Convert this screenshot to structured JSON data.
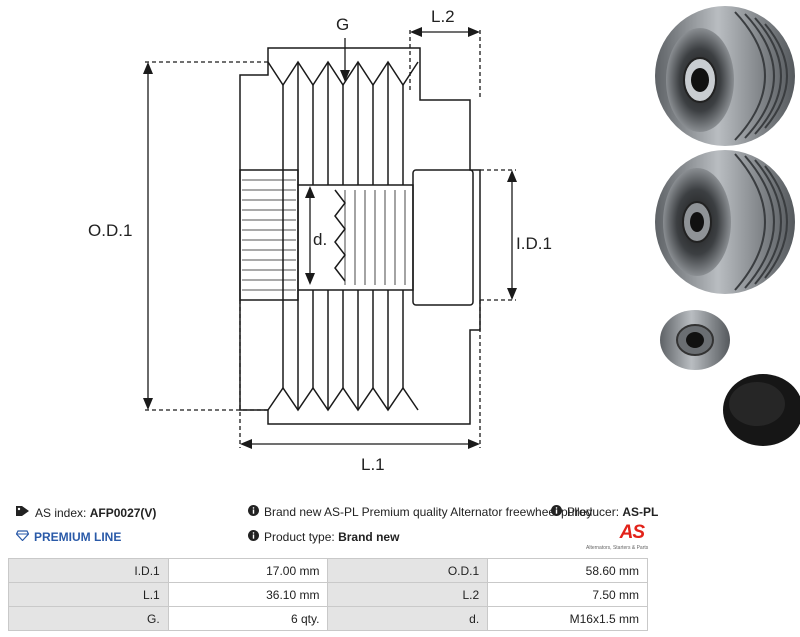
{
  "diagram": {
    "labels": {
      "groove": "G",
      "l2": "L.2",
      "od1": "O.D.1",
      "d": "d.",
      "id1": "I.D.1",
      "l1": "L.1"
    }
  },
  "info": {
    "as_index_label": "AS index:",
    "as_index_value": "AFP0027(V)",
    "premium_line": "PREMIUM LINE",
    "description": "Brand new AS-PL Premium quality Alternator freewheel pulley",
    "producer_label": "Producer:",
    "producer_value": "AS-PL",
    "product_type_label": "Product type:",
    "product_type_value": "Brand new"
  },
  "logo": {
    "text": "AS",
    "tagline": "Alternators, Starters & Parts",
    "color": "#e2231a"
  },
  "specs": {
    "rows": [
      {
        "l1": "I.D.1",
        "v1": "17.00 mm",
        "l2": "O.D.1",
        "v2": "58.60 mm"
      },
      {
        "l1": "L.1",
        "v1": "36.10 mm",
        "l2": "L.2",
        "v2": "7.50 mm"
      },
      {
        "l1": "G.",
        "v1": "6 qty.",
        "l2": "d.",
        "v2": "M16x1.5 mm"
      }
    ]
  },
  "colors": {
    "premium": "#2a5aa8",
    "table_label_bg": "#e4e4e4",
    "table_border": "#c9c9c9"
  }
}
